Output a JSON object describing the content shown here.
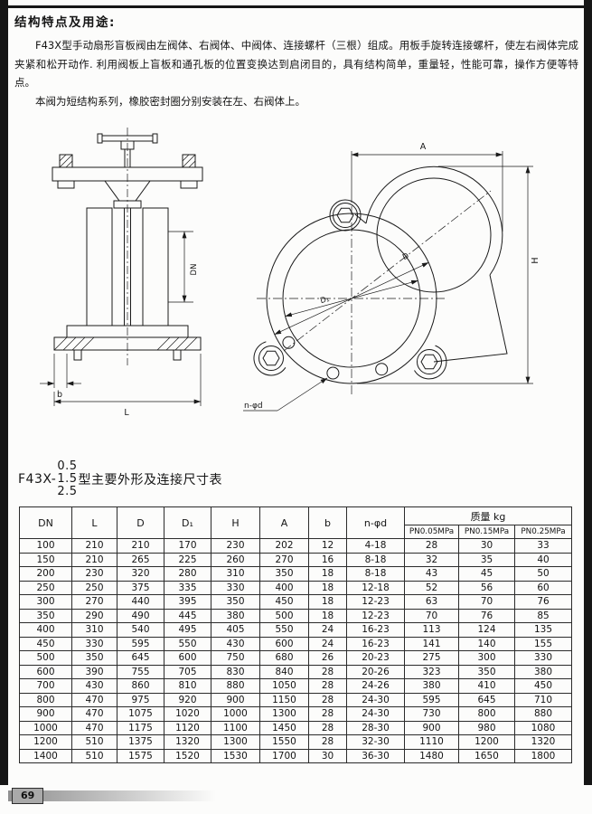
{
  "intro": {
    "heading": "结构特点及用途:",
    "paragraphs": [
      "F43X型手动扇形盲板阀由左阀体、右阀体、中阀体、连接螺杆（三根）组成。用板手旋转连接螺杆，使左右阀体完成夹紧和松开动作. 利用阀板上盲板和通孔板的位置变换达到启闭目的，具有结构简单，重量轻，性能可靠，操作方便等特点。",
      "本阀为短结构系列，橡胶密封圈分别安装在左、右阀体上。"
    ]
  },
  "drawing_labels": {
    "dn": "DN",
    "b": "b",
    "l": "L",
    "a": "A",
    "h": "H",
    "d": "D",
    "d1": "D₁",
    "n_phi_d": "n-φd"
  },
  "table_title": {
    "prefix": "F43X-",
    "variants": [
      "0.5",
      "1.5",
      "2.5"
    ],
    "suffix": "型主要外形及连接尺寸表"
  },
  "table": {
    "headers": {
      "dn": "DN",
      "l": "L",
      "d": "D",
      "d1": "D₁",
      "h": "H",
      "a": "A",
      "b": "b",
      "nphid": "n-φd",
      "weight": "质量 kg",
      "pn": [
        "PN0.05MPa",
        "PN0.15MPa",
        "PN0.25MPa"
      ]
    },
    "rows": [
      [
        "100",
        "210",
        "210",
        "170",
        "230",
        "202",
        "12",
        "4-18",
        "28",
        "30",
        "33"
      ],
      [
        "150",
        "210",
        "265",
        "225",
        "260",
        "270",
        "16",
        "8-18",
        "32",
        "35",
        "40"
      ],
      [
        "200",
        "230",
        "320",
        "280",
        "310",
        "350",
        "18",
        "8-18",
        "43",
        "45",
        "50"
      ],
      [
        "250",
        "250",
        "375",
        "335",
        "330",
        "400",
        "18",
        "12-18",
        "52",
        "56",
        "60"
      ],
      [
        "300",
        "270",
        "440",
        "395",
        "350",
        "450",
        "18",
        "12-23",
        "63",
        "70",
        "76"
      ],
      [
        "350",
        "290",
        "490",
        "445",
        "380",
        "500",
        "18",
        "12-23",
        "70",
        "76",
        "85"
      ],
      [
        "400",
        "310",
        "540",
        "495",
        "405",
        "550",
        "24",
        "16-23",
        "113",
        "124",
        "135"
      ],
      [
        "450",
        "330",
        "595",
        "550",
        "430",
        "600",
        "24",
        "16-23",
        "141",
        "140",
        "155"
      ],
      [
        "500",
        "350",
        "645",
        "600",
        "750",
        "680",
        "26",
        "20-23",
        "275",
        "300",
        "330"
      ],
      [
        "600",
        "390",
        "755",
        "705",
        "830",
        "840",
        "28",
        "20-26",
        "323",
        "350",
        "380"
      ],
      [
        "700",
        "430",
        "860",
        "810",
        "880",
        "1050",
        "28",
        "24-26",
        "380",
        "410",
        "450"
      ],
      [
        "800",
        "470",
        "975",
        "920",
        "900",
        "1150",
        "28",
        "24-30",
        "595",
        "645",
        "710"
      ],
      [
        "900",
        "470",
        "1075",
        "1020",
        "1000",
        "1300",
        "28",
        "24-30",
        "730",
        "800",
        "880"
      ],
      [
        "1000",
        "470",
        "1175",
        "1120",
        "1100",
        "1450",
        "28",
        "28-30",
        "900",
        "980",
        "1080"
      ],
      [
        "1200",
        "510",
        "1375",
        "1320",
        "1300",
        "1550",
        "28",
        "32-30",
        "1110",
        "1200",
        "1320"
      ],
      [
        "1400",
        "510",
        "1575",
        "1520",
        "1530",
        "1700",
        "30",
        "36-30",
        "1480",
        "1650",
        "1800"
      ]
    ]
  },
  "footer": {
    "page_number": "69"
  }
}
